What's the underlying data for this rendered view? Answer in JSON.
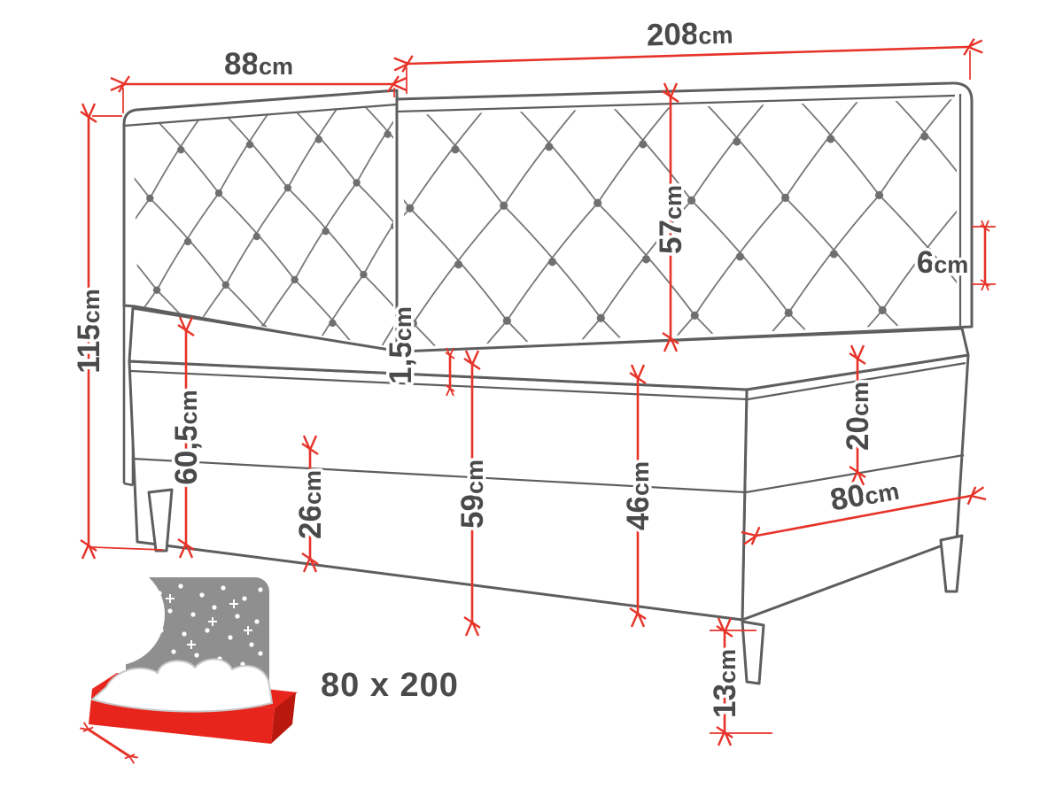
{
  "colors": {
    "dimension_red": "#e63329",
    "outline_grey": "#5e5e5e",
    "label_grey": "#4a4a4a",
    "icon_grey": "#8f8f8f",
    "icon_red": "#e8251d"
  },
  "measurements": {
    "side_width": {
      "value": "88",
      "unit": "cm"
    },
    "back_length": {
      "value": "208",
      "unit": "cm"
    },
    "total_height": {
      "value": "115",
      "unit": "cm"
    },
    "headboard_height": {
      "value": "57",
      "unit": "cm"
    },
    "frame_edge": {
      "value": "6",
      "unit": "cm"
    },
    "topper": {
      "value": "1,5",
      "unit": "cm"
    },
    "left_section": {
      "value": "60,5",
      "unit": "cm"
    },
    "lower_box": {
      "value": "26",
      "unit": "cm"
    },
    "base_with_legs": {
      "value": "59",
      "unit": "cm"
    },
    "base_height": {
      "value": "46",
      "unit": "cm"
    },
    "upper_box": {
      "value": "20",
      "unit": "cm"
    },
    "depth": {
      "value": "80",
      "unit": "cm"
    },
    "leg_height": {
      "value": "13",
      "unit": "cm"
    }
  },
  "footer": {
    "size_label": "80 x 200"
  }
}
